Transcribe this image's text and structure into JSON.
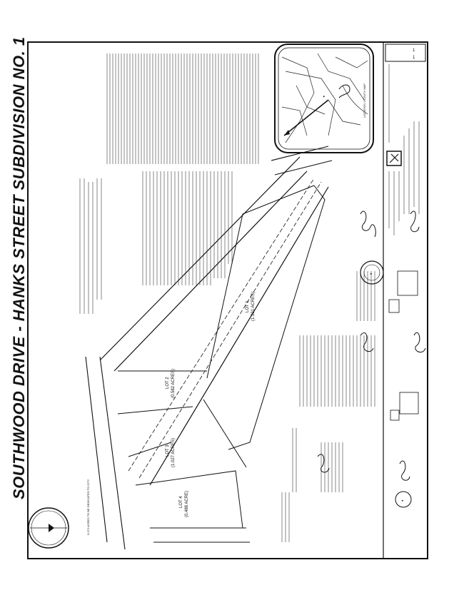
{
  "title": "SOUTHWOOD DRIVE - HANKS STREET SUBDIVISION NO. 1",
  "lots": [
    {
      "label": "LOT 1",
      "area": "(1.591 ACRES)"
    },
    {
      "label": "LOT 2",
      "area": "(0.582 ACRES)"
    },
    {
      "label": "LOT 3",
      "area": "(1.027 ACRES)"
    },
    {
      "label": "LOT 4",
      "area": "(0.488 ACRE)"
    }
  ],
  "dedication_note": "0.172 ACRES TO BE DEDICATED TO CITY",
  "vicinity_map_label": "LOCATION VICINITY MAP",
  "sheet_numbers": [
    "1",
    "1"
  ],
  "colors": {
    "ink": "#111111",
    "paper": "#ffffff"
  }
}
